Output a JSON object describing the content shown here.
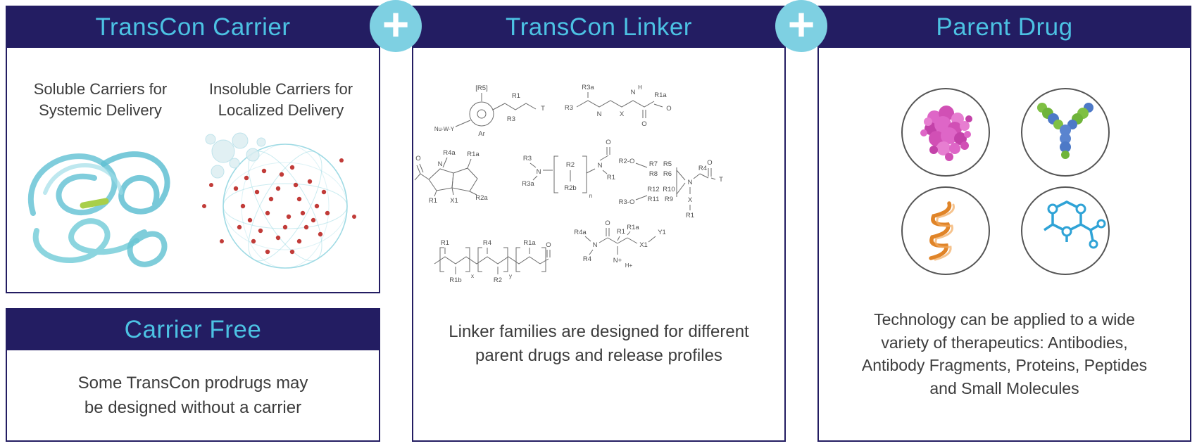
{
  "colors": {
    "header_bg": "#231d62",
    "header_text": "#4cc2e3",
    "plus_bg": "#7ed0e2",
    "body_text": "#3c3c3c",
    "carrier_teal": "#72c8d8",
    "depot_red": "#c13b38",
    "protein_pink": "#d94fba",
    "antibody_green": "#7fc043",
    "antibody_blue": "#4d79c7",
    "peptide_orange": "#e08428",
    "molecule_blue": "#2fa3d6"
  },
  "icons": {
    "plus_glyph": "+"
  },
  "carrier_panel": {
    "title": "TransCon Carrier",
    "soluble_label": "Soluble Carriers for\nSystemic Delivery",
    "insoluble_label": "Insoluble Carriers for\nLocalized Delivery"
  },
  "carrier_free_panel": {
    "title": "Carrier Free",
    "body": "Some TransCon prodrugs may\nbe designed without a carrier"
  },
  "linker_panel": {
    "title": "TransCon Linker",
    "caption": "Linker families are designed for different\nparent drugs and release profiles",
    "structures": {
      "s1": [
        "[R5]",
        "Nu-W-Y",
        "Ar",
        "R1",
        "R3",
        "T"
      ],
      "s2": [
        "R3a",
        "R3",
        "N",
        "X",
        "N",
        "H",
        "O",
        "R1a",
        "O"
      ],
      "s3": [
        "N",
        "R4a",
        "R1a",
        "O",
        "R1",
        "R2a",
        "X1"
      ],
      "s4": [
        "R3",
        "N",
        "R2",
        "R2b",
        "n",
        "N",
        "R1",
        "O",
        "R3a"
      ],
      "s5": [
        "R2-O",
        "R7",
        "R5",
        "R8",
        "R6",
        "R12",
        "R10",
        "R11",
        "R9",
        "R3-O",
        "N",
        "R4",
        "O",
        "T",
        "X",
        "R1"
      ],
      "s6": [
        "R1",
        "R4",
        "R1a",
        "R1b",
        "R2",
        "x",
        "y",
        "O"
      ],
      "s7": [
        "R4a",
        "N",
        "R4",
        "O",
        "R1",
        "R1a",
        "X1",
        "Y1",
        "N+",
        "H+"
      ]
    }
  },
  "parent_drug_panel": {
    "title": "Parent Drug",
    "caption": "Technology can be applied to a wide\nvariety of therapeutics: Antibodies,\nAntibody Fragments, Proteins, Peptides\nand Small Molecules"
  }
}
